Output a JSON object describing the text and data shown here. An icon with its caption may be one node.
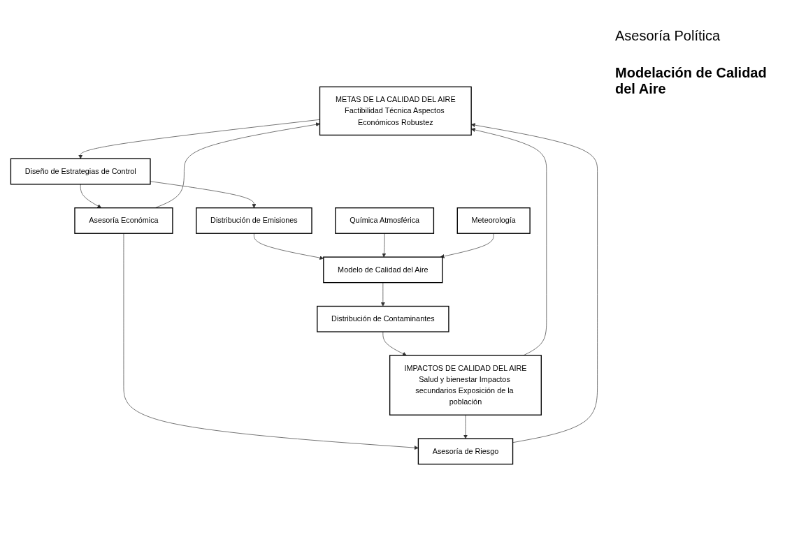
{
  "diagram": {
    "nodes": [
      {
        "text": [
          "METAS DE LA CALIDAD DEL AIRE",
          "Factibilidad Técnica Aspectos Económicos Robustez"
        ]
      },
      {
        "text": [
          "IMPACTOS DE CALIDAD DEL AIRE",
          "Salud y bienestar Impactos secundarios Exposición de la población"
        ]
      },
      {
        "text": [
          "Asesoría Económica"
        ]
      },
      {
        "text": [
          "Asesoría de Riesgo"
        ]
      },
      {
        "text": [
          "Química Atmosférica"
        ]
      },
      {
        "text": [
          "Diseño de Estrategias de Control"
        ]
      },
      {
        "text": [
          "Distribución de Emisiones"
        ]
      },
      {
        "text": [
          "Modelo de Calidad del Aire"
        ]
      },
      {
        "text": [
          "Distribución de Contaminantes"
        ]
      },
      {
        "text": [
          "Meteorología"
        ]
      }
    ],
    "edges": [
      {
        "from": 1,
        "to": 0,
        "arrow": "to"
      },
      {
        "from": 2,
        "to": 0,
        "arrow": "to"
      },
      {
        "from": 3,
        "to": 0,
        "arrow": "to"
      },
      {
        "from": 2,
        "to": 3,
        "arrow": "to"
      },
      {
        "from": 1,
        "to": 3,
        "arrow": "to"
      },
      {
        "from": 0,
        "to": 5,
        "arrow": "to"
      },
      {
        "from": 5,
        "to": 2,
        "arrow": "to"
      },
      {
        "from": 5,
        "to": 6,
        "arrow": "to"
      },
      {
        "from": 6,
        "to": 7,
        "arrow": "to"
      },
      {
        "from": 4,
        "to": 7,
        "arrow": "to"
      },
      {
        "from": 9,
        "to": 7,
        "arrow": "to"
      },
      {
        "from": 7,
        "to": 8,
        "arrow": "to"
      },
      {
        "from": 8,
        "to": 1,
        "arrow": "to"
      }
    ],
    "labels": [
      "Asesoría Política",
      "Modelación de Calidad del Aire"
    ]
  }
}
